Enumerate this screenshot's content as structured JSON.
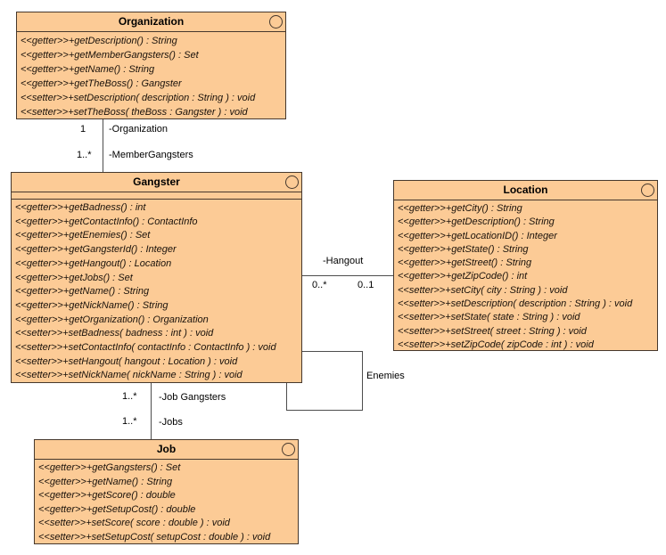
{
  "diagram": {
    "kind": "uml-class-diagram",
    "background_color": "#ffffff",
    "class_fill_color": "#fccb96",
    "class_border_color": "#46382d",
    "connector_color": "#4d4d4d"
  },
  "classes": [
    {
      "name": "Organization",
      "methods": [
        "<<getter>>+getDescription() : String",
        "<<getter>>+getMemberGangsters() : Set",
        "<<getter>>+getName() : String",
        "<<getter>>+getTheBoss() : Gangster",
        "<<setter>>+setDescription( description : String ) : void",
        "<<setter>>+setTheBoss( theBoss : Gangster ) : void"
      ]
    },
    {
      "name": "Gangster",
      "methods": [
        "<<getter>>+getBadness() : int",
        "<<getter>>+getContactInfo() : ContactInfo",
        "<<getter>>+getEnemies() : Set",
        "<<getter>>+getGangsterId() : Integer",
        "<<getter>>+getHangout() : Location",
        "<<getter>>+getJobs() : Set",
        "<<getter>>+getName() : String",
        "<<getter>>+getNickName() : String",
        "<<getter>>+getOrganization() : Organization",
        "<<setter>>+setBadness( badness : int ) : void",
        "<<setter>>+setContactInfo( contactInfo : ContactInfo ) : void",
        "<<setter>>+setHangout( hangout : Location ) : void",
        "<<setter>>+setNickName( nickName : String ) : void"
      ]
    },
    {
      "name": "Location",
      "methods": [
        "<<getter>>+getCity() : String",
        "<<getter>>+getDescription() : String",
        "<<getter>>+getLocationID() : Integer",
        "<<getter>>+getState() : String",
        "<<getter>>+getStreet() : String",
        "<<getter>>+getZipCode() : int",
        "<<setter>>+setCity( city : String ) : void",
        "<<setter>>+setDescription( description : String ) : void",
        "<<setter>>+setState( state : String ) : void",
        "<<setter>>+setStreet( street : String ) : void",
        "<<setter>>+setZipCode( zipCode : int ) : void"
      ]
    },
    {
      "name": "Job",
      "methods": [
        "<<getter>>+getGangsters() : Set",
        "<<getter>>+getName() : String",
        "<<getter>>+getScore() : double",
        "<<getter>>+getSetupCost() : double",
        "<<setter>>+setScore( score : double ) : void",
        "<<setter>>+setSetupCost( setupCost : double ) : void"
      ]
    }
  ],
  "associations": {
    "org_gangster": {
      "mult_org": "1",
      "role_org": "-Organization",
      "mult_gangster": "1..*",
      "role_gangster": "-MemberGangsters"
    },
    "gangster_location": {
      "name": "-Hangout",
      "mult_gangster": "0..*",
      "mult_location": "0..1"
    },
    "enemies": {
      "name": "Enemies"
    },
    "gangster_job": {
      "mult_gangster": "1..*",
      "role_gangster": "-Job Gangsters",
      "mult_job": "1..*",
      "role_job": "-Jobs"
    }
  }
}
